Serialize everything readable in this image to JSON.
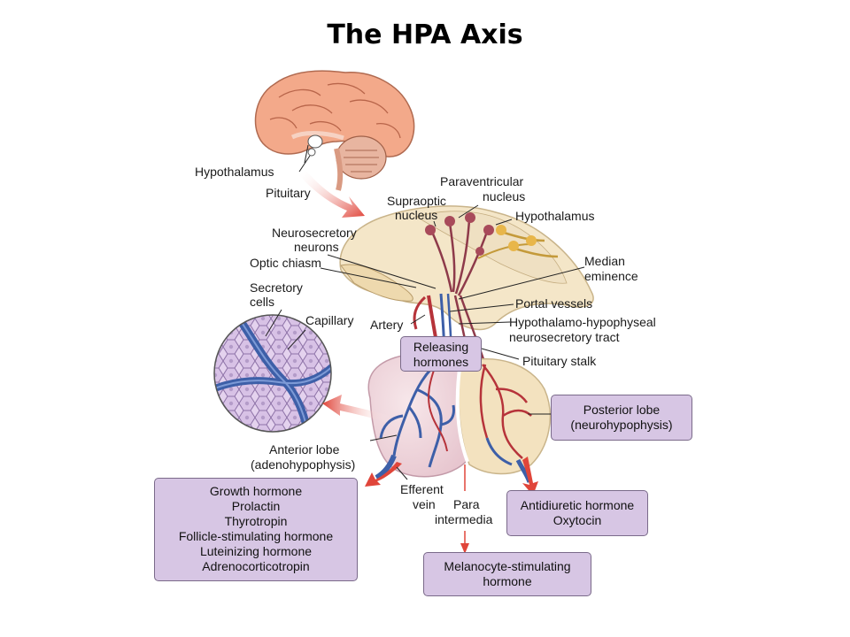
{
  "title": "The HPA Axis",
  "labels": {
    "hypothalamus_brain": "Hypothalamus",
    "pituitary": "Pituitary",
    "paraventricular": [
      "Paraventricular",
      "nucleus"
    ],
    "supraoptic": [
      "Supraoptic",
      "nucleus"
    ],
    "hypothalamus_detail": "Hypothalamus",
    "neurosecretory": [
      "Neurosecretory",
      "neurons"
    ],
    "optic_chiasm": "Optic chiasm",
    "median_eminence": [
      "Median",
      "eminence"
    ],
    "secretory_cells": [
      "Secretory",
      "cells"
    ],
    "capillary": "Capillary",
    "artery": "Artery",
    "portal_vessels": "Portal vessels",
    "hh_tract": [
      "Hypothalamo-hypophyseal",
      "neurosecretory tract"
    ],
    "pituitary_stalk": "Pituitary stalk",
    "anterior_lobe": [
      "Anterior lobe",
      "(adenohypophysis)"
    ],
    "efferent_vein": [
      "Efferent",
      "vein"
    ],
    "para_intermedia": [
      "Para",
      "intermedia"
    ]
  },
  "boxes": {
    "releasing": [
      "Releasing",
      "hormones"
    ],
    "posterior": [
      "Posterior lobe",
      "(neurohypophysis)"
    ],
    "anterior_hormones": [
      "Growth hormone",
      "Prolactin",
      "Thyrotropin",
      "Follicle-stimulating hormone",
      "Luteinizing hormone",
      "Adrenocorticotropin"
    ],
    "posterior_hormones": [
      "Antidiuretic hormone",
      "Oxytocin"
    ],
    "msh": [
      "Melanocyte-stimulating",
      "hormone"
    ]
  },
  "colors": {
    "box_fill": "#d7c6e4",
    "arrow_red": "#e0453a",
    "vessel_blue": "#3d5fa8",
    "vessel_red": "#b6333a",
    "tissue_beige": "#f4e6c8",
    "cell_purple": "#d8c2e6"
  }
}
